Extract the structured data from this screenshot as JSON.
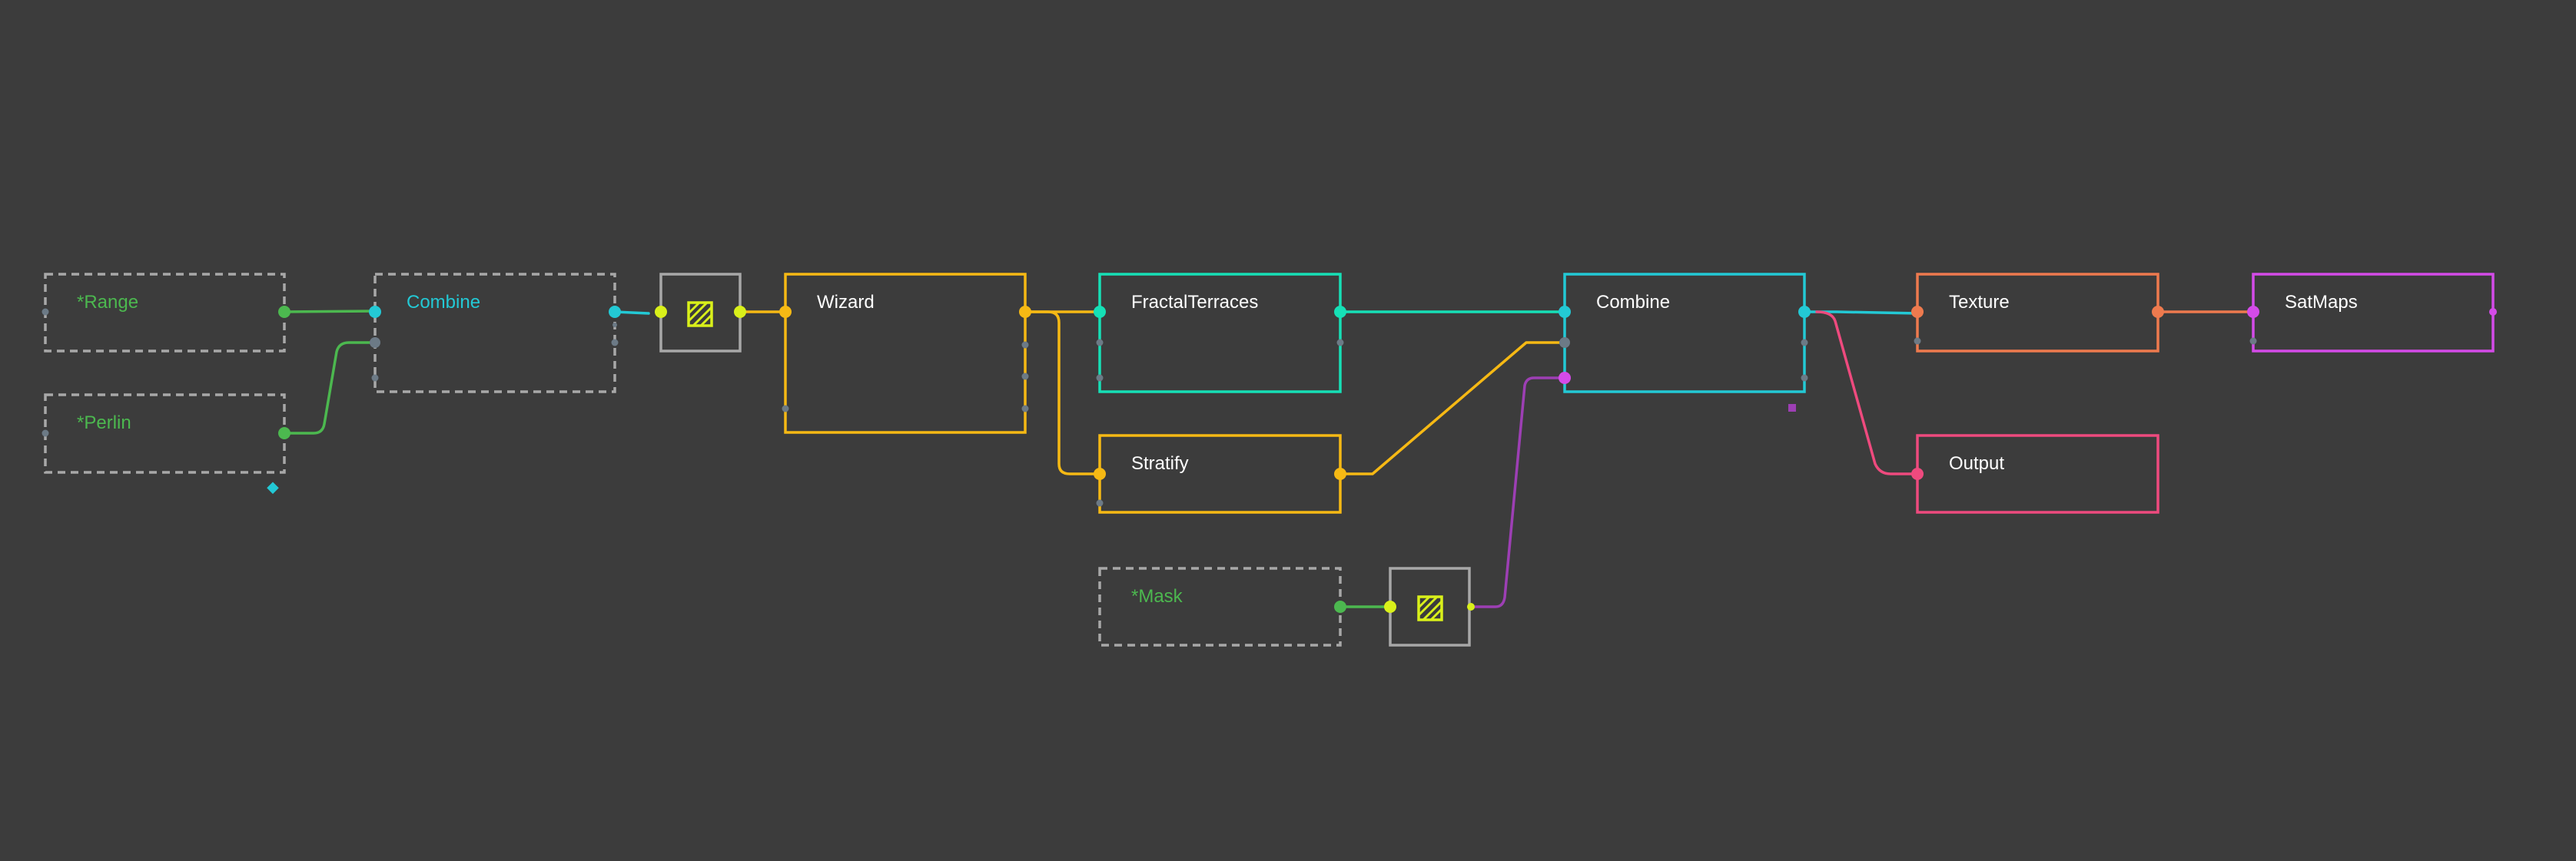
{
  "graph": {
    "nodes": {
      "range": {
        "label": "*Range",
        "color": "#4cb84f",
        "style": "dashed"
      },
      "perlin": {
        "label": "*Perlin",
        "color": "#4cb84f",
        "style": "dashed"
      },
      "combine1": {
        "label": "Combine",
        "color": "#23c9d5",
        "style": "dashed"
      },
      "hatch1": {
        "icon": "hatched-square-icon",
        "color": "#d9f01a"
      },
      "wizard": {
        "label": "Wizard",
        "color": "#f6b914"
      },
      "fractal": {
        "label": "FractalTerraces",
        "color": "#16e0b6"
      },
      "stratify": {
        "label": "Stratify",
        "color": "#f6b914"
      },
      "mask": {
        "label": "*Mask",
        "color": "#4cb84f",
        "style": "dashed"
      },
      "hatch2": {
        "icon": "hatched-square-icon",
        "color": "#d9f01a"
      },
      "combine2": {
        "label": "Combine",
        "color": "#23c9d5"
      },
      "texture": {
        "label": "Texture",
        "color": "#ee7a4e"
      },
      "output": {
        "label": "Output",
        "color": "#ee4a7e"
      },
      "satmaps": {
        "label": "SatMaps",
        "color": "#d44be8"
      }
    },
    "colors": {
      "background": "#3c3c3c",
      "dashed_border": "#a8a8a8",
      "box_border": "#a8a8a8",
      "port_muted": "#6c7a86",
      "text_white": "#ffffff",
      "green": "#4cb84f",
      "cyan": "#23c9d5",
      "yellow": "#d9f01a",
      "orange": "#f6b914",
      "teal": "#16e0b6",
      "purple": "#9d3fb4",
      "magenta": "#d44be8",
      "coral": "#ee7a4e",
      "pink": "#ee4a7e"
    }
  }
}
